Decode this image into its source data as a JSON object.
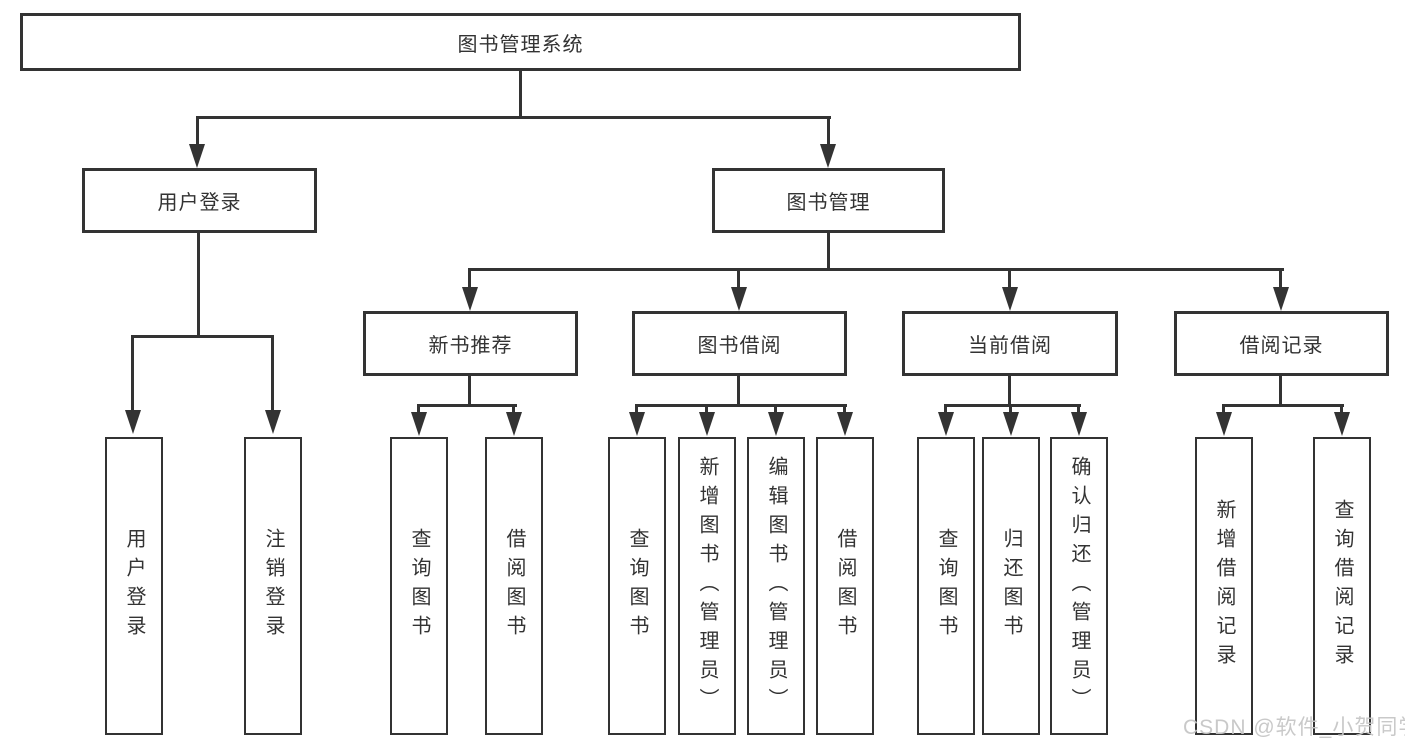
{
  "diagram": {
    "root": {
      "label": "图书管理系统"
    },
    "level2": [
      {
        "label": "用户登录"
      },
      {
        "label": "图书管理"
      }
    ],
    "level3": [
      {
        "label": "新书推荐"
      },
      {
        "label": "图书借阅"
      },
      {
        "label": "当前借阅"
      },
      {
        "label": "借阅记录"
      }
    ],
    "leaves": {
      "user_login": [
        "用户登录",
        "注销登录"
      ],
      "new_book_recommend": [
        "查询图书",
        "借阅图书"
      ],
      "book_borrow": [
        "查询图书",
        "新增图书（管理员）",
        "编辑图书（管理员）",
        "借阅图书"
      ],
      "current_borrow": [
        "查询图书",
        "归还图书",
        "确认归还（管理员）"
      ],
      "borrow_record": [
        "新增借阅记录",
        "查询借阅记录"
      ]
    }
  },
  "watermark": "CSDN @软件_小贺同学",
  "colors": {
    "line": "#333333",
    "text": "#333333",
    "background": "#ffffff",
    "watermark": "#c6c6c6"
  }
}
